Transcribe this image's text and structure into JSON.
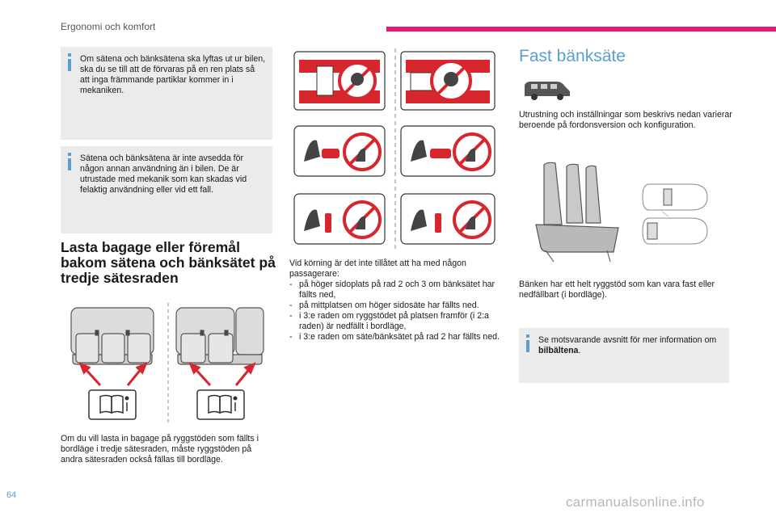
{
  "header": {
    "section_title": "Ergonomi och komfort",
    "accent_color": "#e6197d"
  },
  "left": {
    "note1": "Om sätena och bänksätena ska lyftas ut ur bilen, ska du se till att de förvaras på en ren plats så att inga främmande partiklar kommer in i mekaniken.",
    "note2": "Sätena och bänksätena är inte avsedda för någon annan användning än i bilen. De är utrustade med mekanik som kan skadas vid felaktig användning eller vid ett fall.",
    "heading": "Lasta bagage eller föremål bakom sätena och bänksätet på tredje sätesraden",
    "paragraph": "Om du vill lasta in bagage på ryggstöden som fällts i bordläge i tredje sätesraden, måste ryggstöden på andra sätesraden också fällas till bordläge."
  },
  "middle": {
    "intro": "Vid körning är det inte tillåtet att ha med någon passagerare:",
    "items": [
      "på höger sidoplats på rad 2 och 3 om bänksätet har fällts ned,",
      "på mittplatsen om höger sidosäte har fällts ned.",
      "i 3:e raden om ryggstödet på platsen framför (i 2:a raden) är nedfällt i bordläge,",
      "i 3:e raden om säte/bänksätet på rad 2 har fällts ned."
    ]
  },
  "right": {
    "heading": "Fast bänksäte",
    "intro": "Utrustning och inställningar som beskrivs nedan varierar beroende på fordonsversion och konfiguration.",
    "paragraph": "Bänken har ett helt ryggstöd som kan vara fast eller nedfällbart (i bordläge).",
    "note_prefix": "Se motsvarande avsnitt för mer information om ",
    "note_bold": "bilbältena",
    "note_suffix": "."
  },
  "footer": {
    "page_number": "64",
    "watermark": "carmanualsonline.info"
  },
  "colors": {
    "heading_blue": "#5a9fcf",
    "prohibition_red": "#d8262e",
    "note_bg": "#ebebeb",
    "info_icon": "#5a9fcf"
  },
  "icons": [
    "info-icon",
    "manual-book-icon",
    "prohibited-icon",
    "seat-icon",
    "van-icon",
    "car-top-view-icon"
  ]
}
